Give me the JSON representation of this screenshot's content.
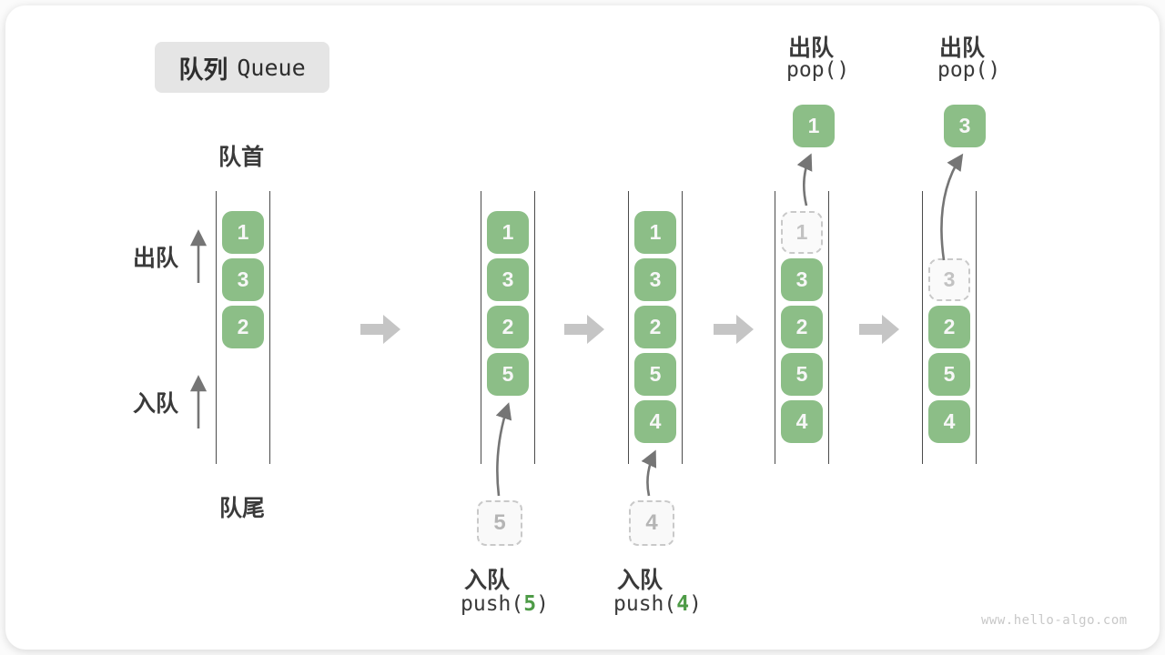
{
  "title": {
    "zh": "队列",
    "en": "Queue"
  },
  "side_labels": {
    "front": "队首",
    "rear": "队尾",
    "dequeue": "出队",
    "enqueue": "入队"
  },
  "queue_states": [
    {
      "name": "state-1",
      "cells": [
        {
          "row": 0,
          "value": "1"
        },
        {
          "row": 1,
          "value": "3"
        },
        {
          "row": 2,
          "value": "2"
        }
      ]
    },
    {
      "name": "state-2-after-push5",
      "cells": [
        {
          "row": 0,
          "value": "1"
        },
        {
          "row": 1,
          "value": "3"
        },
        {
          "row": 2,
          "value": "2"
        },
        {
          "row": 3,
          "value": "5"
        }
      ]
    },
    {
      "name": "state-3-after-push4",
      "cells": [
        {
          "row": 0,
          "value": "1"
        },
        {
          "row": 1,
          "value": "3"
        },
        {
          "row": 2,
          "value": "2"
        },
        {
          "row": 3,
          "value": "5"
        },
        {
          "row": 4,
          "value": "4"
        }
      ]
    },
    {
      "name": "state-4-after-pop1",
      "cells": [
        {
          "row": 0,
          "value": "1",
          "dashed": true
        },
        {
          "row": 1,
          "value": "3"
        },
        {
          "row": 2,
          "value": "2"
        },
        {
          "row": 3,
          "value": "5"
        },
        {
          "row": 4,
          "value": "4"
        }
      ]
    },
    {
      "name": "state-5-after-pop3",
      "cells": [
        {
          "row": 1,
          "value": "3",
          "dashed": true
        },
        {
          "row": 2,
          "value": "2"
        },
        {
          "row": 3,
          "value": "5"
        },
        {
          "row": 4,
          "value": "4"
        }
      ]
    }
  ],
  "operations": {
    "push_a": {
      "action": "入队",
      "code_open": "push(",
      "arg": "5",
      "code_close": ")",
      "staged_value": "5"
    },
    "push_b": {
      "action": "入队",
      "code_open": "push(",
      "arg": "4",
      "code_close": ")",
      "staged_value": "4"
    },
    "pop_a": {
      "action": "出队",
      "code": "pop()",
      "popped_value": "1"
    },
    "pop_b": {
      "action": "出队",
      "code": "pop()",
      "popped_value": "3"
    }
  },
  "watermark": "www.hello-algo.com",
  "colors": {
    "cell_green": "#8cbe87",
    "code_arg_green": "#4e9b47",
    "block_arrow_gray": "#c5c5c5",
    "thin_arrow_gray": "#757575",
    "label_dark": "#3a3a3a",
    "title_bg": "#e5e5e5",
    "watermark_gray": "#c8c8c8"
  }
}
